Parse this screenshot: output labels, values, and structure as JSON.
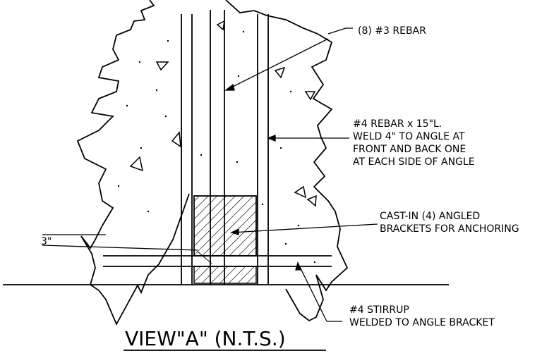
{
  "drawing": {
    "title": "VIEW\"A\" (N.T.S.)",
    "callouts": {
      "rebar_main": "(8) #3 REBAR",
      "rebar_15": [
        "#4 REBAR x 15\"L.",
        "WELD 4\" TO ANGLE AT",
        "FRONT  AND BACK ONE",
        "AT EACH SIDE OF ANGLE"
      ],
      "brackets": [
        "CAST-IN (4) ANGLED",
        "BRACKETS FOR ANCHORING"
      ],
      "stirrup": [
        "#4 STIRRUP",
        "WELDED TO ANGLE BRACKET"
      ],
      "dimension": "3\""
    }
  }
}
